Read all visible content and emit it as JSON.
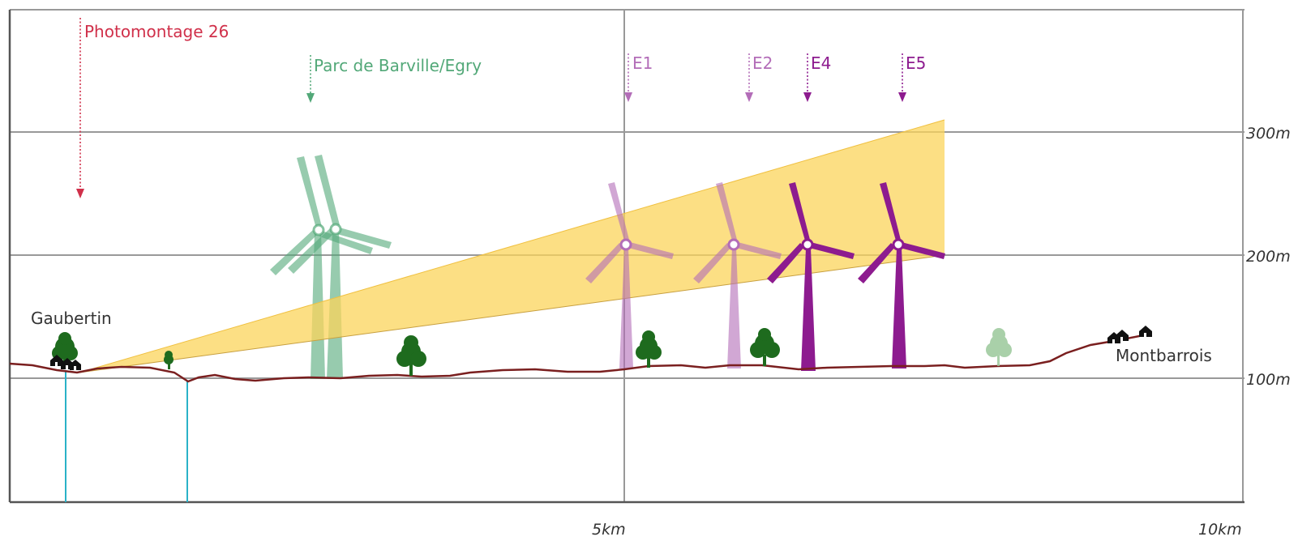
{
  "profile": {
    "y_axis": {
      "unit": "m",
      "ticks": [
        "300m",
        "200m",
        "100m"
      ]
    },
    "x_axis": {
      "unit": "km",
      "ticks": [
        "5km",
        "10km"
      ]
    },
    "viewpoint": {
      "label": "Photomontage 26",
      "color": "#d0304a"
    },
    "existing_park": {
      "label": "Parc de Barville/Egry",
      "color": "#52a878"
    },
    "turbines": [
      {
        "label": "E1",
        "color": "#c07cc6"
      },
      {
        "label": "E2",
        "color": "#c07cc6"
      },
      {
        "label": "E4",
        "color": "#8d1b8f"
      },
      {
        "label": "E5",
        "color": "#8d1b8f"
      }
    ],
    "places": {
      "left": "Gaubertin",
      "right": "Montbarrois"
    },
    "colors": {
      "terrain": "#7a1f1f",
      "grid": "#999999",
      "visibility_wedge": "#fbd45b",
      "tree": "#1e6b1e",
      "tree_light": "#9bc89b",
      "vertical_marker": "#2ab2c8"
    },
    "icons": [
      "house-icon",
      "tree-icon",
      "wind-turbine-icon",
      "arrow-down-icon"
    ]
  }
}
